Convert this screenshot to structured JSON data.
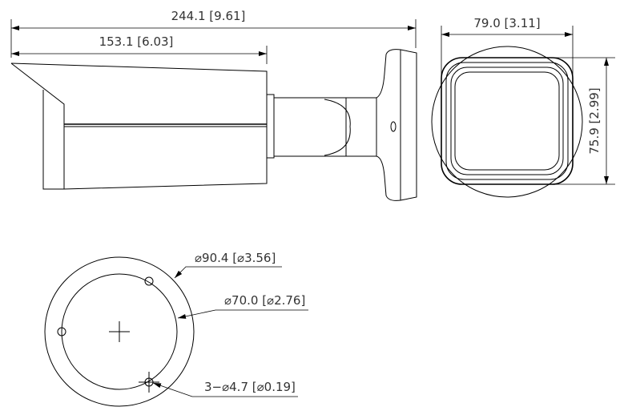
{
  "side_view": {
    "overall_length": "244.1 [9.61]",
    "body_length": "153.1 [6.03]"
  },
  "front_view": {
    "width": "79.0 [3.11]",
    "height": "75.9 [2.99]"
  },
  "base_view": {
    "outer_diameter": "⌀90.4 [⌀3.56]",
    "hole_circle_diameter": "⌀70.0 [⌀2.76]",
    "mount_holes": "3−⌀4.7 [⌀0.19]"
  }
}
